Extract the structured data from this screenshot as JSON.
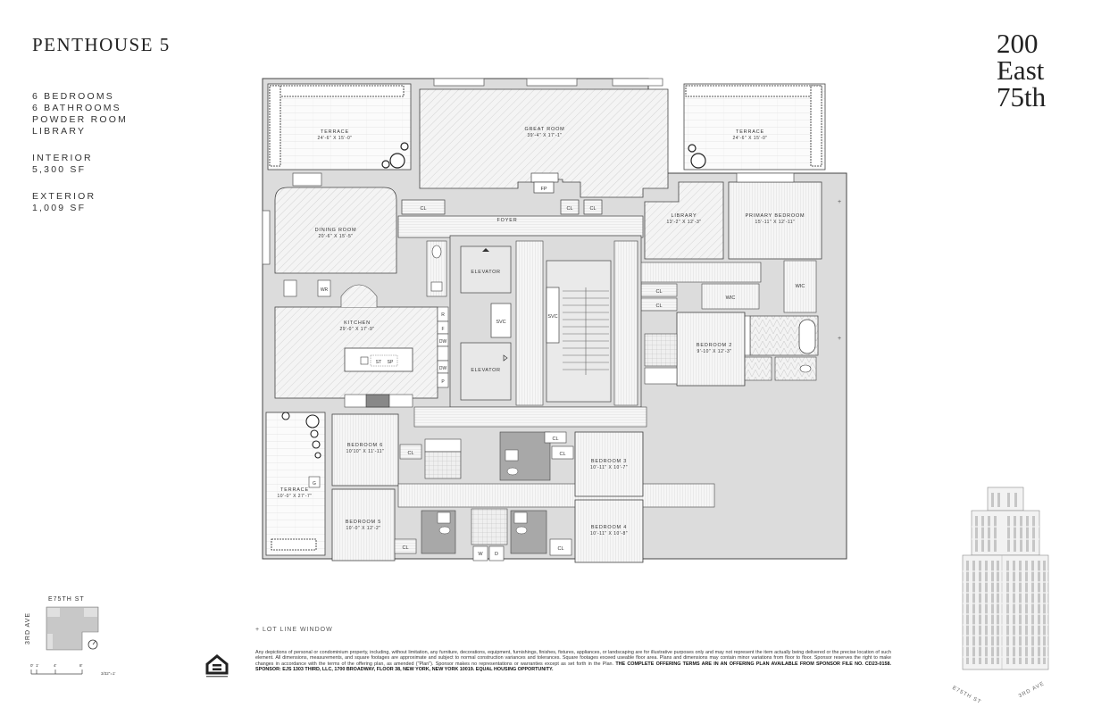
{
  "header": {
    "title": "PENTHOUSE 5",
    "logo_lines": [
      "200",
      "East",
      "75th"
    ]
  },
  "specs": {
    "features": [
      "6 BEDROOMS",
      "6 BATHROOMS",
      "POWDER ROOM",
      "LIBRARY"
    ],
    "interior_label": "INTERIOR",
    "interior_value": "5,300 SF",
    "exterior_label": "EXTERIOR",
    "exterior_value": "1,009 SF"
  },
  "rooms": {
    "terrace_west": {
      "name": "TERRACE",
      "dims": "24'-6\" X 15'-0\""
    },
    "great_room": {
      "name": "GREAT ROOM",
      "dims": "39'-4\" X 17'-1\""
    },
    "terrace_east": {
      "name": "TERRACE",
      "dims": "24'-6\" X 15'-0\""
    },
    "dining_room": {
      "name": "DINING ROOM",
      "dims": "20'-6\" X 15'-5\""
    },
    "foyer": {
      "name": "FOYER"
    },
    "library": {
      "name": "LIBRARY",
      "dims": "13'-2\" X 12'-3\""
    },
    "primary_bedroom": {
      "name": "PRIMARY BEDROOM",
      "dims": "15'-11\" X 12'-11\""
    },
    "kitchen": {
      "name": "KITCHEN",
      "dims": "29'-0\" X 17'-9\""
    },
    "bedroom_2": {
      "name": "BEDROOM 2",
      "dims": "9'-10\" X 12'-3\""
    },
    "bedroom_3": {
      "name": "BEDROOM 3",
      "dims": "10'-11\" X 10'-7\""
    },
    "bedroom_4": {
      "name": "BEDROOM 4",
      "dims": "10'-11\" X 10'-8\""
    },
    "bedroom_5": {
      "name": "BEDROOM 5",
      "dims": "10'-0\" X 12'-2\""
    },
    "bedroom_6": {
      "name": "BEDROOM 6",
      "dims": "10'10\" X 11'-11\""
    },
    "terrace_south": {
      "name": "TERRACE",
      "dims": "10'-0\" X 27'-7\""
    }
  },
  "fixtures": {
    "cl": "CL",
    "fp": "FP",
    "wr": "WR",
    "elevator": "ELEVATOR",
    "svc": "SVC",
    "wic": "WIC",
    "r": "R",
    "f": "F",
    "dw": "DW",
    "p": "P",
    "st": "ST",
    "sp": "SP",
    "g": "G",
    "w": "W",
    "d": "D",
    "lot_plus": "+"
  },
  "legend": {
    "lot_line": "+ LOT LINE WINDOW"
  },
  "keyplan": {
    "street_top": "E75TH ST",
    "street_side": "3RD AVE",
    "scale_ticks": [
      "0'",
      "1'",
      "4'",
      "8'"
    ],
    "scale_note": "3/32\"=1'"
  },
  "building": {
    "street_1": "E75TH ST",
    "street_2": "3RD AVE"
  },
  "disclaimer": {
    "body": "Any depictions of personal or condominium property, including, without limitation, any furniture, decorations, equipment, furnishings, finishes, fixtures, appliances, or landscaping are for illustrative purposes only and may not represent the item actually being delivered or the precise location of such element. All dimensions, measurements, and square footages are approximate and subject to normal construction variances and tolerances. Square footages exceed useable floor area. Plans and dimensions may contain minor variations from floor to floor. Sponsor reserves the right to make changes in accordance with the terms of the offering plan, as amended (\"Plan\"). Sponsor makes no representations or warranties except as set forth in the Plan.",
    "bold": "THE COMPLETE OFFERING TERMS ARE IN AN OFFERING PLAN AVAILABLE FROM SPONSOR FILE NO. CD23-0158. SPONSOR: EJS 1303 THIRD, LLC, 1700 BROADWAY, FLOOR 38, NEW YORK, NEW YORK 10019. EQUAL HOUSING OPPORTUNITY."
  },
  "colors": {
    "wall": "#d9d9d9",
    "line": "#555555",
    "floor": "#f2f2f2",
    "tile": "#9a9a9a",
    "text": "#2a2a2a"
  }
}
